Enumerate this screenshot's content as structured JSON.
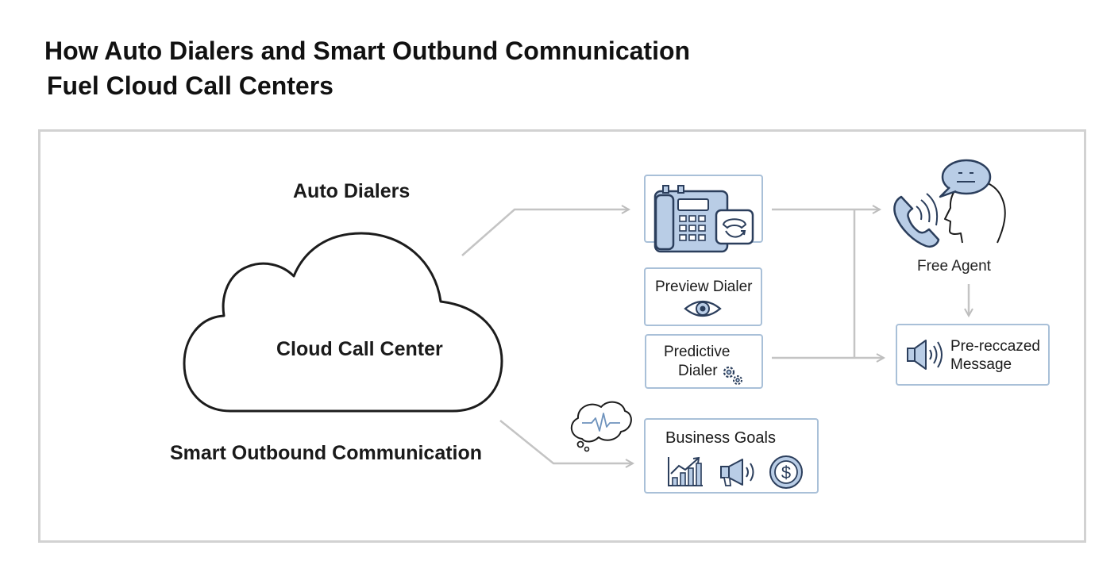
{
  "title": {
    "line1": "How Auto Dialers and Smart Outbund Comnunication",
    "line2": "Fuel Cloud Call Centers"
  },
  "labels": {
    "auto_dialers": "Auto Dialers",
    "cloud": "Cloud Call Center",
    "smart_outbound": "Smart Outbound Communication",
    "free_agent": "Free Agent"
  },
  "boxes": {
    "preview_dialer": "Preview Dialer",
    "predictive_line1": "Predictive",
    "predictive_line2": "Dialer",
    "prerecorded_line1": "Pre-reccazed",
    "prerecorded_line2": "Message",
    "business_goals": "Business Goals"
  },
  "icons": [
    "cloud-icon",
    "desk-phone-icon",
    "phone-callback-icon",
    "eye-icon",
    "gears-icon",
    "phone-handset-icon",
    "person-head-icon",
    "speech-bubble-icon",
    "speaker-icon",
    "thought-bubble-icon",
    "bar-chart-icon",
    "megaphone-icon",
    "dollar-icon"
  ],
  "colors": {
    "accent_fill": "#b9cde6",
    "accent_stroke": "#2b3e5c",
    "box_border": "#a9c0d8",
    "arrow": "#c4c4c4"
  }
}
